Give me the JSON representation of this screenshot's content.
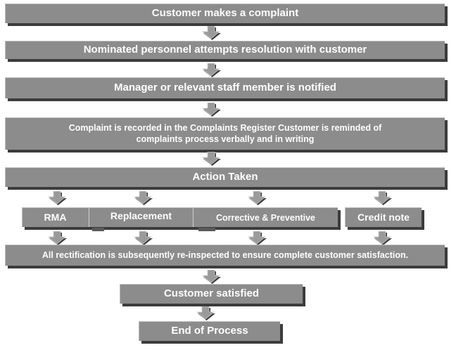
{
  "steps": {
    "s1": "Customer makes a complaint",
    "s2": "Nominated personnel attempts resolution with customer",
    "s3": "Manager or relevant staff member is notified",
    "s4_line1": "Complaint is recorded in the Complaints Register  Customer is reminded of",
    "s4_line2": "complaints process verbally and in writing",
    "s5": "Action Taken",
    "s6": "All rectification is subsequently re-inspected to ensure complete customer satisfaction.",
    "s7": "Customer satisfied",
    "s8": "End of Process"
  },
  "actions": {
    "rma": "RMA",
    "replacement": "Replacement",
    "corrective": "Corrective & Preventive",
    "credit_note": "Credit note"
  },
  "colors": {
    "box_fill": "#8c8c8c",
    "box_shadow": "#3c3c3c",
    "arrow_fill": "#9a9a9a",
    "text": "#ffffff"
  }
}
